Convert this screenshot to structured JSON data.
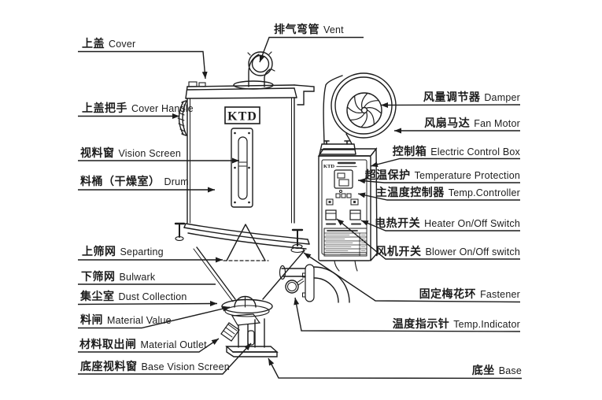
{
  "page": {
    "background": "#ffffff",
    "line_color": "#1c1c1c"
  },
  "machine": {
    "brand": "KTD",
    "panel_brand": "KTD"
  },
  "labels": {
    "vent": {
      "zh": "排气弯管",
      "en": "Vent"
    },
    "cover": {
      "zh": "上盖",
      "en": "Cover"
    },
    "cover_handle": {
      "zh": "上盖把手",
      "en": "Cover Handle"
    },
    "vision_screen": {
      "zh": "视料窗",
      "en": "Vision Screen"
    },
    "drum": {
      "zh": "料桶（干燥室）",
      "en": "Drum"
    },
    "separting": {
      "zh": "上筛网",
      "en": "Separting"
    },
    "bulwark": {
      "zh": "下筛网",
      "en": "Bulwark"
    },
    "dust_collection": {
      "zh": "集尘室",
      "en": "Dust Collection"
    },
    "material_value": {
      "zh": "料闸",
      "en": "Material Value"
    },
    "material_outlet": {
      "zh": "材料取出闸",
      "en": "Material Outlet"
    },
    "base_vision_screen": {
      "zh": "底座视料窗",
      "en": "Base Vision Screen"
    },
    "damper": {
      "zh": "风量调节器",
      "en": "Damper"
    },
    "fan_motor": {
      "zh": "风扇马达",
      "en": "Fan Motor"
    },
    "control_box": {
      "zh": "控制箱",
      "en": "Electric Control Box"
    },
    "temp_protection": {
      "zh": "超温保护",
      "en": "Temperature Protection"
    },
    "temp_controller": {
      "zh": "主温度控制器",
      "en": "Temp.Controller"
    },
    "heater_switch": {
      "zh": "电热开关",
      "en": "Heater On/Off Switch"
    },
    "blower_switch": {
      "zh": "风机开关",
      "en": "Blower On/Off switch"
    },
    "fastener": {
      "zh": "固定梅花环",
      "en": "Fastener"
    },
    "temp_indicator": {
      "zh": "温度指示针",
      "en": "Temp.Indicator"
    },
    "base": {
      "zh": "底坐",
      "en": "Base"
    }
  }
}
